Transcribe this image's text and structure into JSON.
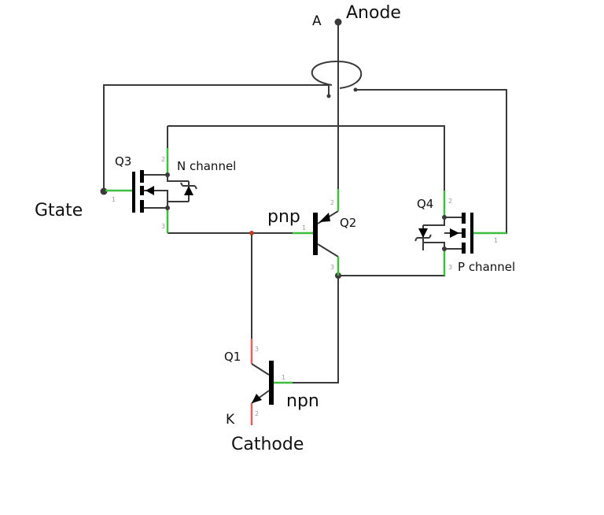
{
  "labels": {
    "anode_letter": "A",
    "anode": "Anode",
    "gate": "Gtate",
    "cathode_letter": "K",
    "cathode": "Cathode",
    "q1": "Q1",
    "q1_type": "npn",
    "q2": "Q2",
    "q2_type": "pnp",
    "q3": "Q3",
    "q3_type": "N channel",
    "q4": "Q4",
    "q4_type": "P channel"
  },
  "pins": {
    "p1": "1",
    "p2": "2",
    "p3": "3"
  },
  "colors": {
    "wire": "#3a3a3a",
    "lead_connected": "#3fbf3f",
    "lead_unconnected": "#e06060",
    "junction_node": "#c0392b"
  }
}
